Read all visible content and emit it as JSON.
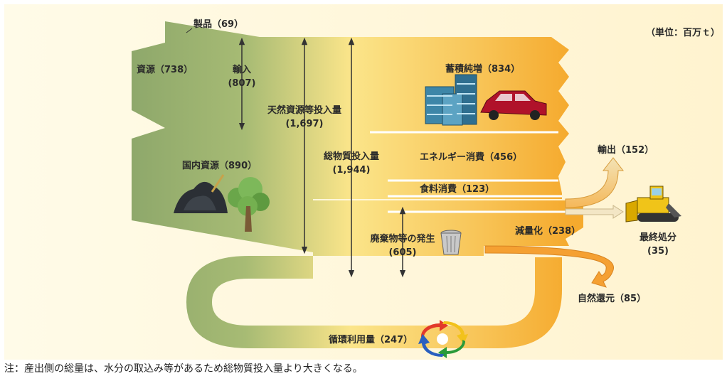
{
  "unit": "（単位：百万ｔ）",
  "colors": {
    "background": "#fff7dd",
    "green": "#8ea86b",
    "yellow": "#fbe58a",
    "orange": "#f5aa2e"
  },
  "labels": {
    "product": "製品（69）",
    "resource": "資源（738）",
    "import_title": "輸入",
    "import_value": "(807)",
    "natural_title": "天然資源等投入量",
    "natural_value": "(1,697)",
    "domestic": "国内資源（890）",
    "total_title": "総物質投入量",
    "total_value": "(1,944)",
    "stock": "蓄積純増（834）",
    "energy": "エネルギー消費（456）",
    "food": "食料消費（123）",
    "export": "輸出（152）",
    "waste_title": "廃棄物等の発生",
    "waste_value": "(605)",
    "reduction": "減量化（238）",
    "final_title": "最終処分",
    "final_value": "(35)",
    "nature": "自然還元（85）",
    "recycle": "循環利用量（247）"
  },
  "icons": [
    "buildings-icon",
    "car-icon",
    "coal-pile-icon",
    "tree-icon",
    "trash-can-icon",
    "bulldozer-icon",
    "recycle-cycle-icon"
  ],
  "note": "注：産出側の総量は、水分の取込み等があるため総物質投入量より大きくなる。"
}
